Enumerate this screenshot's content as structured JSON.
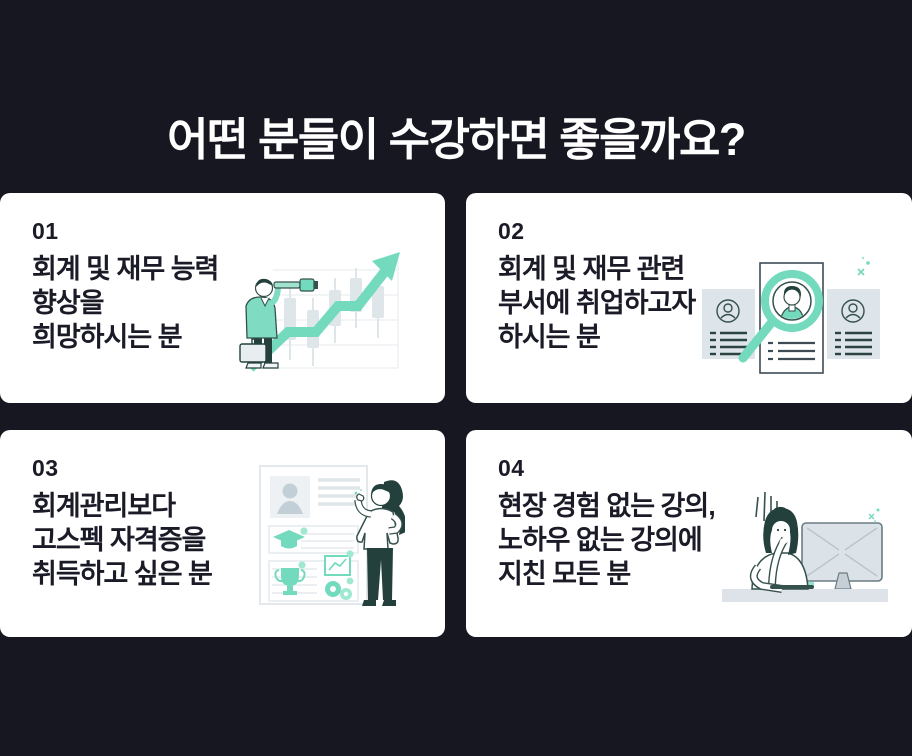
{
  "page": {
    "background_color": "#171721",
    "card_color": "#ffffff",
    "text_color": "#1b1b28",
    "accent_color": "#74dabe"
  },
  "header": {
    "title": "어떤 분들이 수강하면 좋을까요?"
  },
  "cards": [
    {
      "number": "01",
      "lines": [
        "회계 및 재무 능력",
        "향상을",
        "희망하시는 분"
      ],
      "illustration": "person-telescope-rising-chart"
    },
    {
      "number": "02",
      "lines": [
        "회계 및 재무 관련",
        "부서에 취업하고자",
        "하시는 분"
      ],
      "illustration": "magnifier-over-resumes"
    },
    {
      "number": "03",
      "lines": [
        "회계관리보다",
        "고스펙 자격증을",
        "취득하고 싶은 분"
      ],
      "illustration": "certificate-document-woman"
    },
    {
      "number": "04",
      "lines": [
        "현장 경험 없는 강의,",
        "노하우 없는 강의에",
        "지친 모든 분"
      ],
      "illustration": "tired-woman-at-monitor"
    }
  ]
}
